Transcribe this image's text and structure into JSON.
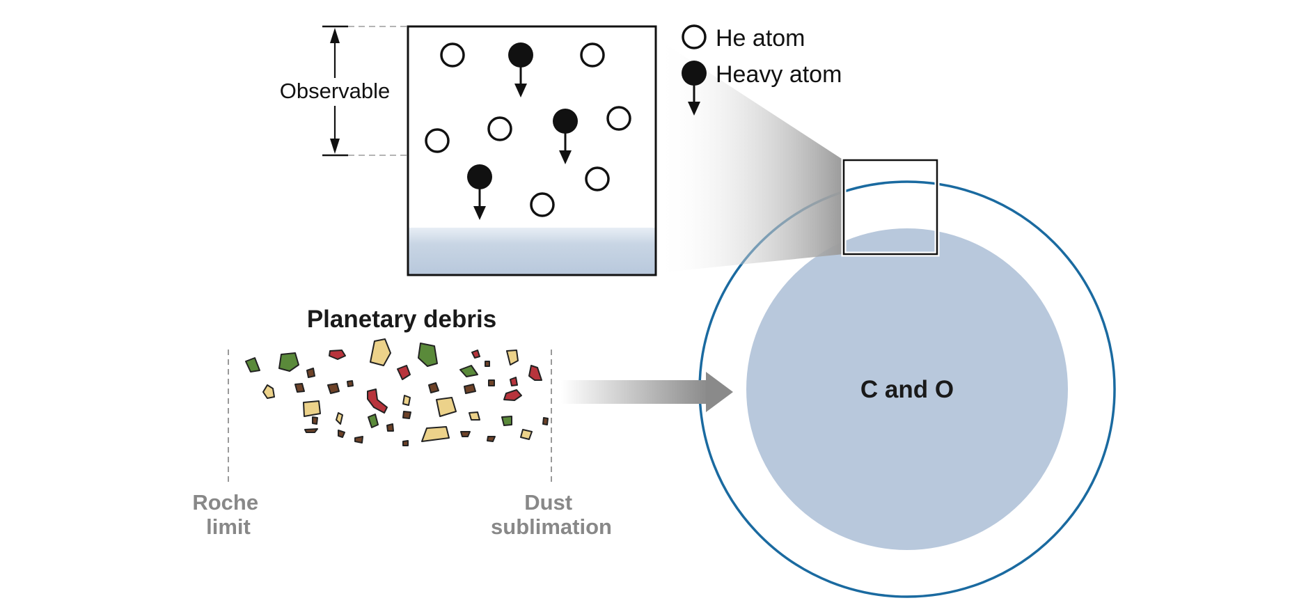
{
  "legend": {
    "he_atom": "He atom",
    "heavy_atom": "Heavy atom"
  },
  "inset": {
    "observable_label": "Observable"
  },
  "debris": {
    "title": "Planetary debris",
    "roche_limit": [
      "Roche",
      "limit"
    ],
    "dust_sublimation": [
      "Dust",
      "sublimation"
    ]
  },
  "star": {
    "core_label": "C and O"
  },
  "colors": {
    "star_outline": "#1a6aa0",
    "core_fill": "#b8c8dc",
    "debris_green": "#5a8a3a",
    "debris_red": "#b8343c",
    "debris_yellow": "#ecd28a",
    "debris_brown": "#6e4228",
    "label_gray": "#888888"
  }
}
